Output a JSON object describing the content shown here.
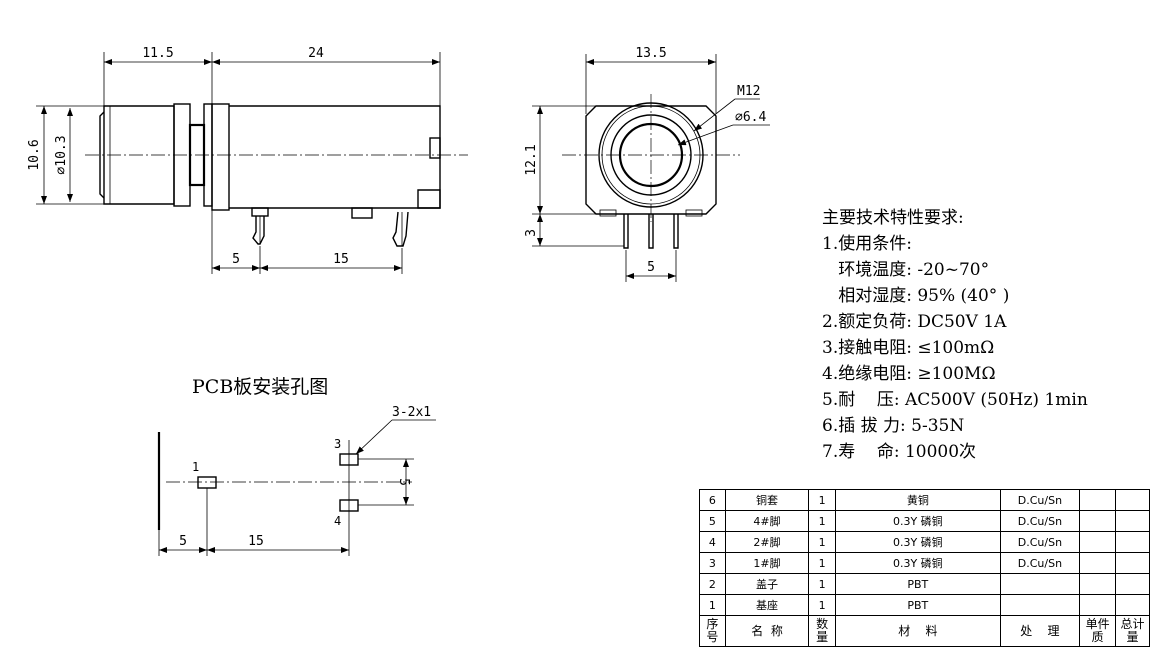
{
  "side_view": {
    "dims": {
      "top_left": "11.5",
      "top_right": "24",
      "left_outer": "10.6",
      "left_inner": "⌀10.3",
      "bottom_left": "5",
      "bottom_right": "15"
    }
  },
  "front_view": {
    "dims": {
      "width": "13.5",
      "height": "12.1",
      "pin": "3",
      "pin_spacing": "5"
    },
    "callouts": {
      "thread": "M12",
      "hole": "⌀6.4"
    }
  },
  "pcb": {
    "title": "PCB板安装孔图",
    "slot_spec": "3-2x1",
    "pins": {
      "p1": "1",
      "p3": "3",
      "p4": "4"
    },
    "dims": {
      "bottom_left": "5",
      "bottom_right": "15",
      "right": "5"
    }
  },
  "requirements": {
    "title": "主要技术特性要求:",
    "lines": [
      "1.使用条件:",
      "   环境温度: -20~70°",
      "   相对湿度: 95% (40° )",
      "2.额定负荷: DC50V 1A",
      "3.接触电阻: ≤100mΩ",
      "4.绝缘电阻: ≥100MΩ",
      "5.耐    压: AC500V (50Hz) 1min",
      "6.插 拔 力: 5-35N",
      "7.寿    命: 10000次"
    ]
  },
  "bom": {
    "rows": [
      {
        "no": "6",
        "name": "铜套",
        "qty": "1",
        "material": "黄铜",
        "finish": "D.Cu/Sn"
      },
      {
        "no": "5",
        "name": "4#脚",
        "qty": "1",
        "material": "0.3Y 磷铜",
        "finish": "D.Cu/Sn"
      },
      {
        "no": "4",
        "name": "2#脚",
        "qty": "1",
        "material": "0.3Y 磷铜",
        "finish": "D.Cu/Sn"
      },
      {
        "no": "3",
        "name": "1#脚",
        "qty": "1",
        "material": "0.3Y 磷铜",
        "finish": "D.Cu/Sn"
      },
      {
        "no": "2",
        "name": "盖子",
        "qty": "1",
        "material": "PBT",
        "finish": ""
      },
      {
        "no": "1",
        "name": "基座",
        "qty": "1",
        "material": "PBT",
        "finish": ""
      }
    ],
    "header": {
      "no_1": "序",
      "no_2": "号",
      "name": "名  称",
      "qty_1": "数",
      "qty_2": "量",
      "material": "材    料",
      "finish": "处    理",
      "unit_1": "单件",
      "unit_2": "质",
      "total_1": "总计",
      "total_2": "量"
    }
  }
}
